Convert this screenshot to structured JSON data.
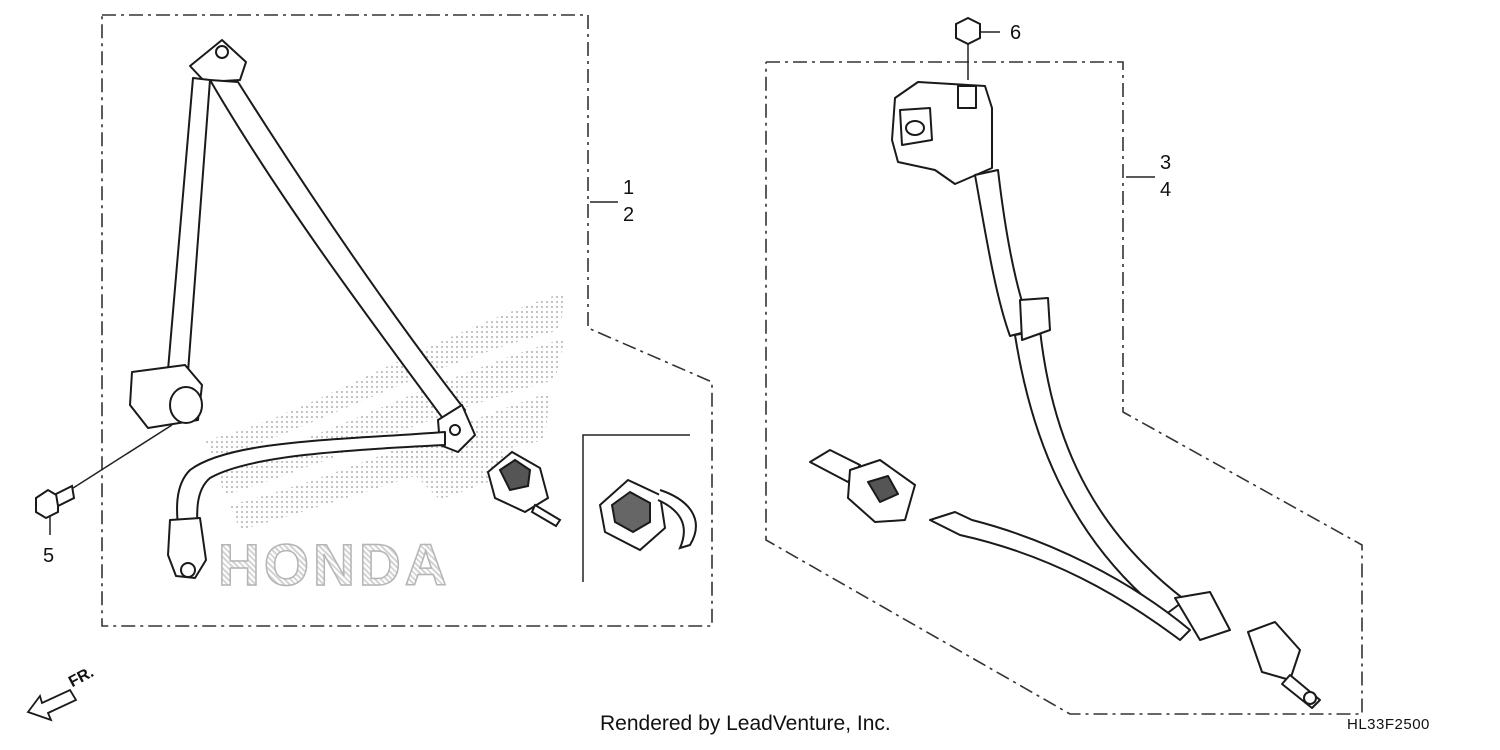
{
  "callouts": {
    "c1": "1",
    "c2": "2",
    "c3": "3",
    "c4": "4",
    "c5": "5",
    "c6": "6"
  },
  "watermark": "HONDA",
  "credit": "Rendered by LeadVenture, Inc.",
  "diagram_code": "HL33F2500",
  "front_indicator": "FR."
}
